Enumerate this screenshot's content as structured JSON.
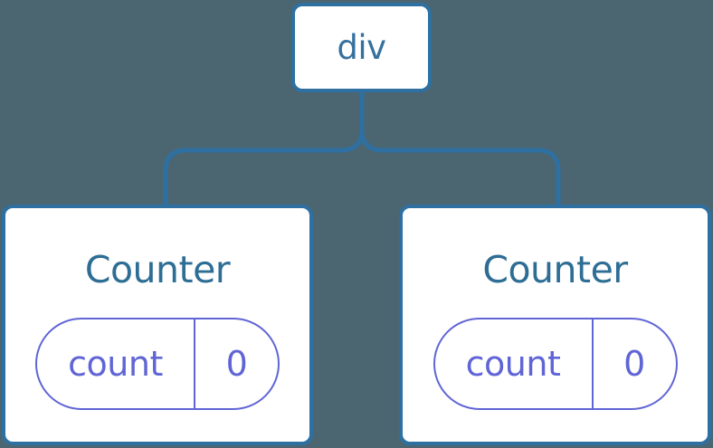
{
  "diagram": {
    "colors": {
      "background": "#4C6671",
      "tree_line": "#2D70A1",
      "node_fill": "#FFFFFF",
      "node_border": "#2D70A1",
      "root_label": "#35719F",
      "component_label": "#2E6D94",
      "state": "#6065D6"
    },
    "root": {
      "label": "div"
    },
    "children": [
      {
        "label": "Counter",
        "state": {
          "key": "count",
          "value": "0"
        }
      },
      {
        "label": "Counter",
        "state": {
          "key": "count",
          "value": "0"
        }
      }
    ]
  }
}
